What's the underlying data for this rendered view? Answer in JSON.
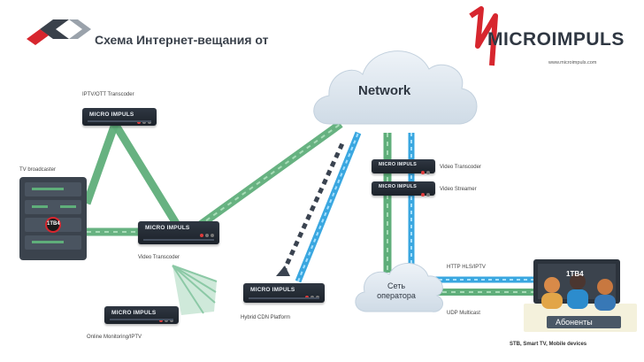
{
  "header": {
    "title": "Схема Интернет-вещания от"
  },
  "logo": {
    "name": "MICROIMPULS",
    "tagline": "www.microimpuls.com"
  },
  "cloud": {
    "network_label": "Network",
    "operator_label": "Сеть оператора"
  },
  "devices": {
    "top_encoder": {
      "brand": "MICRO IMPULS",
      "label": "IPTV/OTT Transcoder"
    },
    "tv_source": {
      "label": "TV broadcaster",
      "logo": "1TB4"
    },
    "middle_transcoder": {
      "brand": "MICRO IMPULS",
      "label": "Video Transcoder"
    },
    "bottom_left": {
      "brand": "MICRO IMPULS",
      "label": "Online Monitoring/IPTV"
    },
    "bottom_center": {
      "brand": "MICRO IMPULS",
      "label": "Hybrid CDN Platform"
    },
    "right_1": {
      "brand": "MICRO IMPULS",
      "label": "Video Transcoder"
    },
    "right_2": {
      "brand": "MICRO IMPULS",
      "label": "Video Streamer"
    }
  },
  "links": {
    "upper_right": "HTTP HLS/IPTV",
    "lower_right": "UDP Multicast"
  },
  "subscribers": {
    "badge": "Абоненты",
    "screen_logo": "1TB4",
    "footer": "STB, Smart TV, Mobile devices"
  },
  "colors": {
    "green_link": "#5fae7a",
    "blue_link": "#3aa7e0",
    "brand_red": "#d7262e",
    "cloud": "#dfe8f1"
  }
}
